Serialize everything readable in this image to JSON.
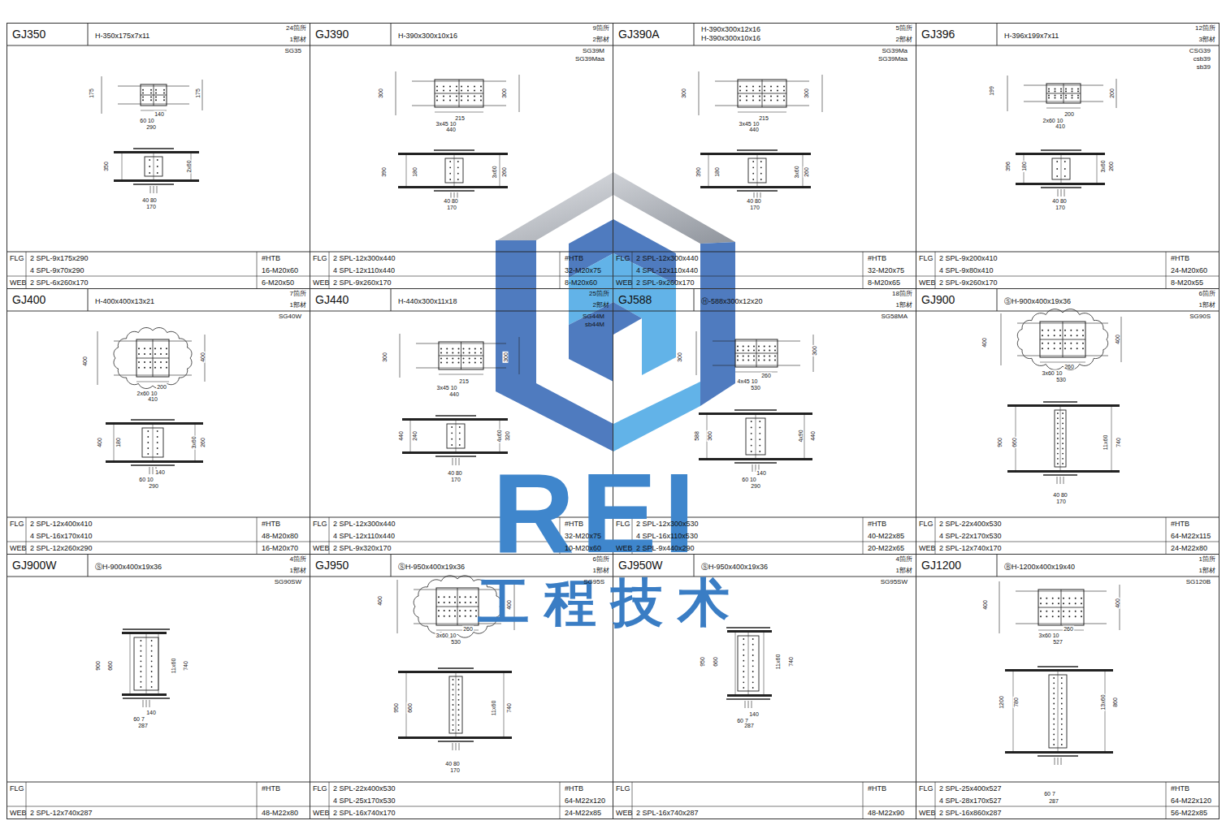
{
  "diagram": {
    "nodes": [
      {
        "text": [
          "GJ350",
          "H-350x175x7x11",
          "24箇所",
          "1部材",
          "SG35",
          "FLG",
          "2 SPL-9x175x290",
          "4 SPL-9x70x290",
          "WEB",
          "2 SPL-6x260x170",
          "#HTB",
          "16-M20x60",
          "6-M20x50"
        ]
      },
      {
        "text": [
          "GJ390",
          "H-390x300x10x16",
          "9箇所",
          "2部材",
          "SG39M",
          "SG39Maa",
          "FLG",
          "2 SPL-12x300x440",
          "4 SPL-12x110x440",
          "WEB",
          "2 SPL-9x260x170",
          "#HTB",
          "32-M20x75",
          "8-M20x60"
        ]
      },
      {
        "text": [
          "GJ390A",
          "H-390x300x12x16",
          "H-390x300x10x16",
          "5箇所",
          "2部材",
          "SG39Ma",
          "SG39Maa",
          "FLG",
          "2 SPL-12x300x440",
          "4 SPL-12x110x440",
          "WEB",
          "2 SPL-9x260x170",
          "#HTB",
          "32-M20x75",
          "8-M20x65"
        ]
      },
      {
        "text": [
          "GJ396",
          "H-396x199x7x11",
          "12箇所",
          "3部材",
          "CSG39",
          "csb39",
          "sb39",
          "FLG",
          "2 SPL-9x200x410",
          "4 SPL-9x80x410",
          "WEB",
          "2 SPL-9x260x170",
          "#HTB",
          "24-M20x60",
          "8-M20x55"
        ]
      },
      {
        "text": [
          "GJ400",
          "H-400x400x13x21",
          "7箇所",
          "1部材",
          "SG40W",
          "FLG",
          "2 SPL-12x400x410",
          "4 SPL-16x170x410",
          "WEB",
          "2 SPL-12x260x290",
          "#HTB",
          "48-M20x80",
          "16-M20x70"
        ]
      },
      {
        "text": [
          "GJ440",
          "H-440x300x11x18",
          "25箇所",
          "2部材",
          "SG44M",
          "sb44M",
          "FLG",
          "2 SPL-12x300x440",
          "4 SPL-12x110x440",
          "WEB",
          "2 SPL-9x320x170",
          "#HTB",
          "32-M20x75",
          "10-M20x60"
        ]
      },
      {
        "text": [
          "GJ588",
          "Ⓗ-588x300x12x20",
          "18箇所",
          "1部材",
          "SG58MA",
          "FLG",
          "2 SPL-12x300x530",
          "4 SPL-16x110x530",
          "WEB",
          "2 SPL-9x440x290",
          "#HTB",
          "40-M22x85",
          "20-M22x65"
        ]
      },
      {
        "text": [
          "GJ900",
          "ⓈH-900x400x19x36",
          "6箇所",
          "1部材",
          "SG90S",
          "FLG",
          "2 SPL-22x400x530",
          "4 SPL-22x170x530",
          "WEB",
          "2 SPL-12x740x170",
          "#HTB",
          "64-M22x115",
          "24-M22x80"
        ]
      },
      {
        "text": [
          "GJ900W",
          "ⓈH-900x400x19x36",
          "4箇所",
          "1部材",
          "SG90SW",
          "FLG",
          "WEB",
          "2 SPL-12x740x287",
          "#HTB",
          "48-M22x80"
        ]
      },
      {
        "text": [
          "GJ950",
          "ⓈH-950x400x19x36",
          "6箇所",
          "1部材",
          "SG95S",
          "FLG",
          "2 SPL-22x400x530",
          "4 SPL-25x170x530",
          "WEB",
          "2 SPL-16x740x170",
          "#HTB",
          "64-M22x120",
          "24-M22x85"
        ]
      },
      {
        "text": [
          "GJ950W",
          "ⓈH-950x400x19x36",
          "4箇所",
          "1部材",
          "SG95SW",
          "FLG",
          "WEB",
          "2 SPL-16x740x287",
          "#HTB",
          "48-M22x90"
        ]
      },
      {
        "text": [
          "GJ1200",
          "ⒷH-1200x400x19x40",
          "1箇所",
          "1部材",
          "SG120B",
          "FLG",
          "2 SPL-25x400x527",
          "4 SPL-28x170x527",
          "WEB",
          "2 SPL-16x860x287",
          "#HTB",
          "64-M22x120",
          "56-M22x85"
        ]
      }
    ],
    "labels": [
      "175",
      "175",
      "140",
      "60 10",
      "290",
      "350",
      "2x60",
      "40 80",
      "170",
      "300",
      "300",
      "215",
      "3x45 10",
      "440",
      "390",
      "180",
      "3x60",
      "260",
      "40 80",
      "170",
      "300",
      "300",
      "215",
      "3x45 10",
      "440",
      "390",
      "180",
      "3x60",
      "260",
      "40 80",
      "170",
      "199",
      "200",
      "200",
      "2x60 10",
      "410",
      "396",
      "180",
      "3x60",
      "260",
      "40 80",
      "170",
      "400",
      "400",
      "200",
      "2x60 10",
      "410",
      "400",
      "180",
      "3x60",
      "260",
      "140",
      "60 10",
      "290",
      "300",
      "300",
      "215",
      "3x45 10",
      "440",
      "440",
      "240",
      "4x60",
      "320",
      "40 80",
      "170",
      "300",
      "300",
      "260",
      "4x45 10",
      "530",
      "588",
      "360",
      "4x90",
      "440",
      "140",
      "60 10",
      "290",
      "400",
      "400",
      "260",
      "3x60 10",
      "530",
      "900",
      "660",
      "11x60",
      "740",
      "40 80",
      "170",
      "900",
      "660",
      "11x60",
      "740",
      "140",
      "60 7",
      "287",
      "400",
      "400",
      "260",
      "3x60 10",
      "530",
      "950",
      "660",
      "11x60",
      "740",
      "40 80",
      "170",
      "950",
      "660",
      "11x60",
      "740",
      "140",
      "60 7",
      "287",
      "400",
      "400",
      "260",
      "3x60 10",
      "527",
      "1200",
      "780",
      "13x60",
      "860",
      "60 7",
      "287",
      "REI",
      "工程技术"
    ]
  }
}
